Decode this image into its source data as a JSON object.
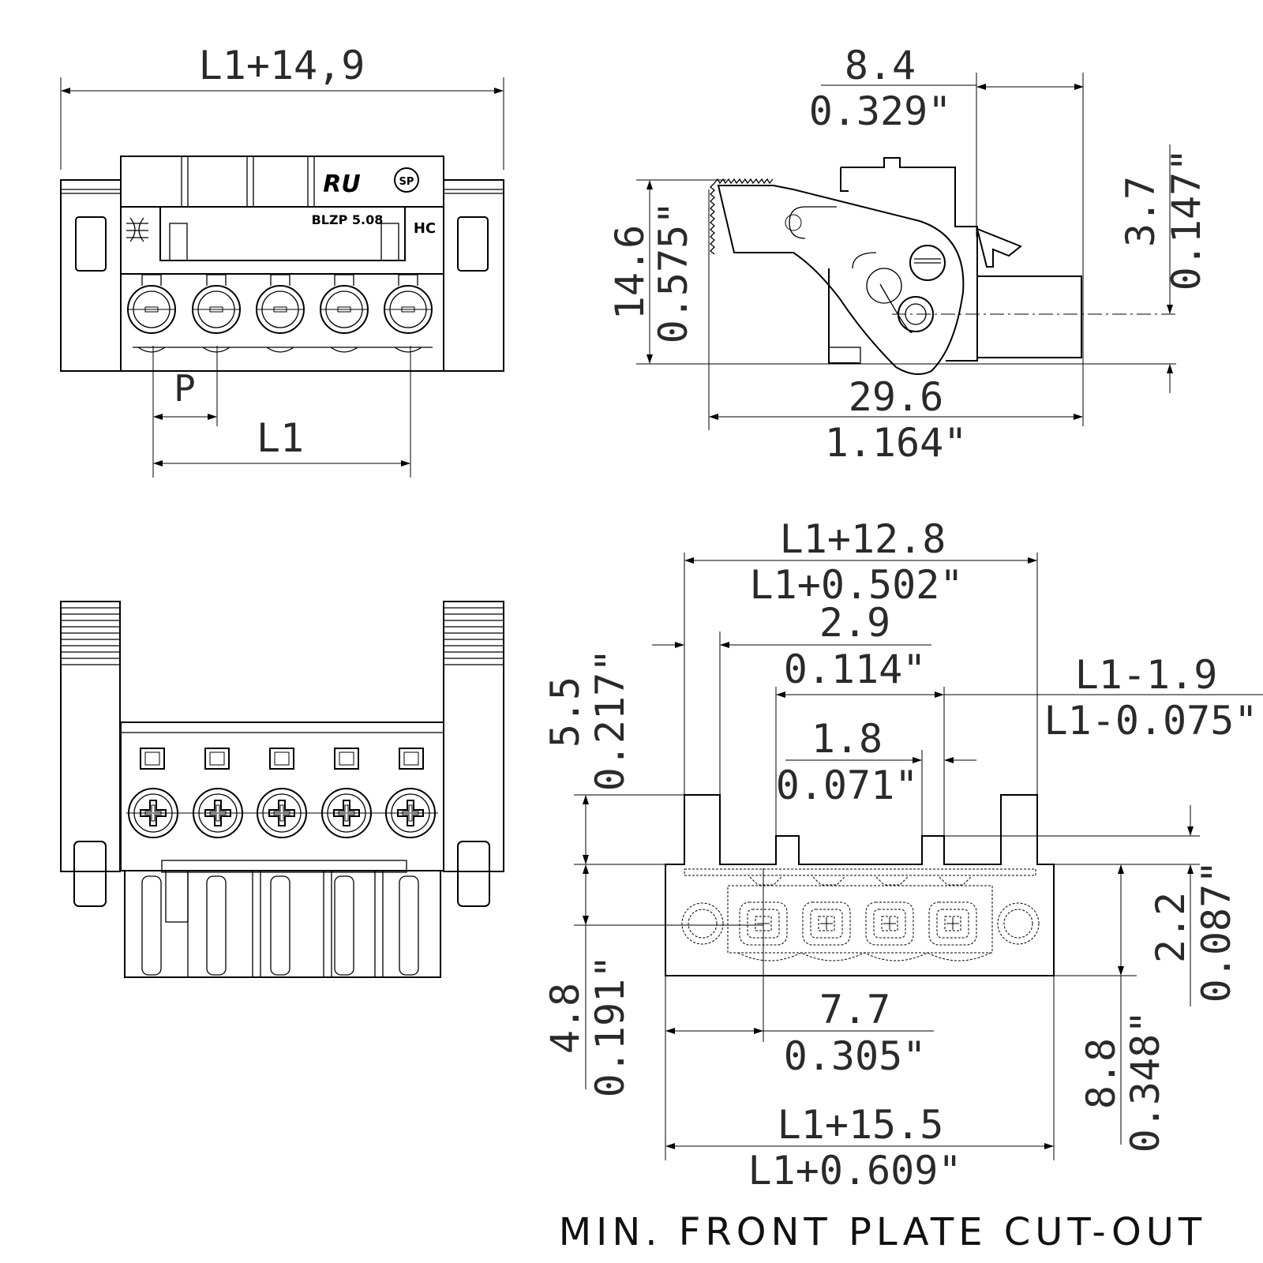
{
  "front_view": {
    "overall_width": "L1+14,9",
    "pitch": "P",
    "span": "L1",
    "marking_text": "BLZP 5.08",
    "marking_hc": "HC",
    "ul_mark": "RU",
    "csa_mark": "SP"
  },
  "side_view": {
    "top_mm": "8.4",
    "top_in": "0.329\"",
    "height_mm": "14.6",
    "height_in": "0.575\"",
    "right_mm": "3.7",
    "right_in": "0.147\"",
    "length_mm": "29.6",
    "length_in": "1.164\""
  },
  "cutout": {
    "total_mm": "L1+12.8",
    "total_in": "L1+0.502\"",
    "tab_mm": "2.9",
    "tab_in": "0.114\"",
    "inner_mm": "L1-1.9",
    "inner_in": "L1-0.075\"",
    "notch_mm": "1.8",
    "notch_in": "0.071\"",
    "left_height_mm": "5.5",
    "left_height_in": "0.217\"",
    "lower_mm": "4.8",
    "lower_in": "0.191\"",
    "right_small_mm": "2.2",
    "right_small_in": "0.087\"",
    "offset_mm": "7.7",
    "offset_in": "0.305\"",
    "right_tall_mm": "8.8",
    "right_tall_in": "0.348\"",
    "width_mm": "L1+15.5",
    "width_in": "L1+0.609\"",
    "caption": "MIN. FRONT PLATE CUT-OUT"
  }
}
